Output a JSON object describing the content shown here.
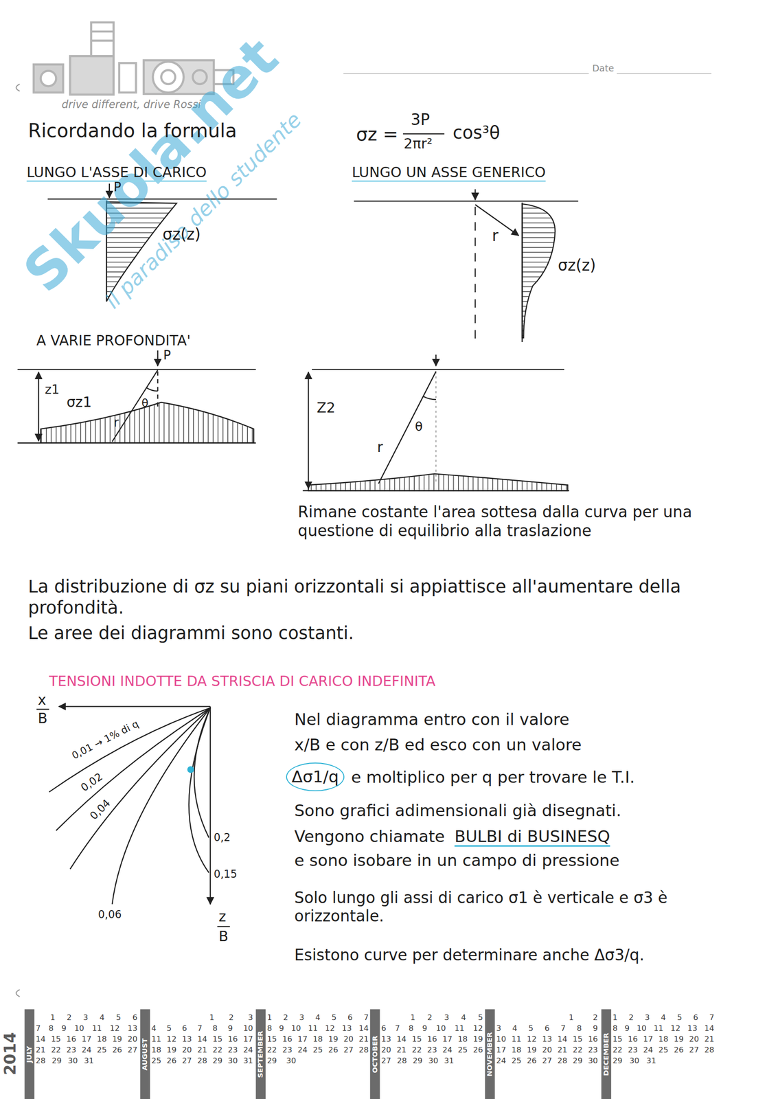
{
  "diagram": {
    "labels": [
      "drive different, drive Rossi",
      "Date",
      "Skuola.net",
      "il paradiso dello studente",
      "Ricordando la formula",
      "σz =",
      "3P",
      "2πr²",
      "cos³θ",
      "LUNGO L'ASSE DI CARICO",
      "P",
      "σz(z)",
      "LUNGO UN ASSE GENERICO",
      "r",
      "σz(z)",
      "A VARIE PROFONDITA'",
      "P",
      "z1",
      "σz1",
      "θ",
      "r",
      "Z2",
      "θ",
      "r",
      "Rimane costante l'area sottesa dalla curva per una questione di equilibrio alla traslazione",
      "La distribuzione di σz su piani orizzontali si appiattisce all'aumentare della profondità.",
      "Le aree dei diagrammi sono costanti.",
      "TENSIONI INDOTTE DA STRISCIA DI CARICO INDEFINITA",
      "x",
      "B",
      "0,01 → 1% di q",
      "0,02",
      "0,04",
      "0,2",
      "0,15",
      "0,06",
      "z",
      "B",
      "Nel diagramma entro con il valore",
      "x/B e con z/B ed esco con un valore",
      "Δσ1/q",
      "e moltiplico per q per trovare le T.I.",
      "Sono grafici adimensionali già disegnati.",
      "Vengono chiamate",
      "BULBI di BUSINESQ",
      "e sono isobare in un campo di pressione",
      "Solo lungo gli assi di carico σ1 è verticale e σ3 è orizzontale.",
      "Esistono curve per determinare anche Δσ3/q.",
      "2014",
      "JULY",
      "1 2 3 4 5 6",
      "7 8 9 10 11 12 13",
      "14 15 16 17 18 19 20",
      "21 22 23 24 25 26 27",
      "28 29 30 31",
      "AUGUST",
      "1 2 3",
      "4 5 6 7 8 9 10",
      "11 12 13 14 15 16 17",
      "18 19 20 21 22 23 24",
      "25 26 27 28 29 30 31",
      "SEPTEMBER",
      "1 2 3 4 5 6 7",
      "8 9 10 11 12 13 14",
      "15 16 17 18 19 20 21",
      "22 23 24 25 26 27 28",
      "29 30",
      "OCTOBER",
      "1 2 3 4 5",
      "6 7 8 9 10 11 12",
      "13 14 15 16 17 18 19",
      "20 21 22 23 24 25 26",
      "27 28 29 30 31",
      "NOVEMBER",
      "1 2",
      "3 4 5 6 7 8 9",
      "10 11 12 13 14 15 16",
      "17 18 19 20 21 22 23",
      "24 25 26 27 28 29 30",
      "DECEMBER",
      "1 2 3 4 5 6 7",
      "8 9 10 11 12 13 14",
      "15 16 17 18 19 20 21",
      "22 23 24 25 26 27 28",
      "29 30 31"
    ]
  }
}
